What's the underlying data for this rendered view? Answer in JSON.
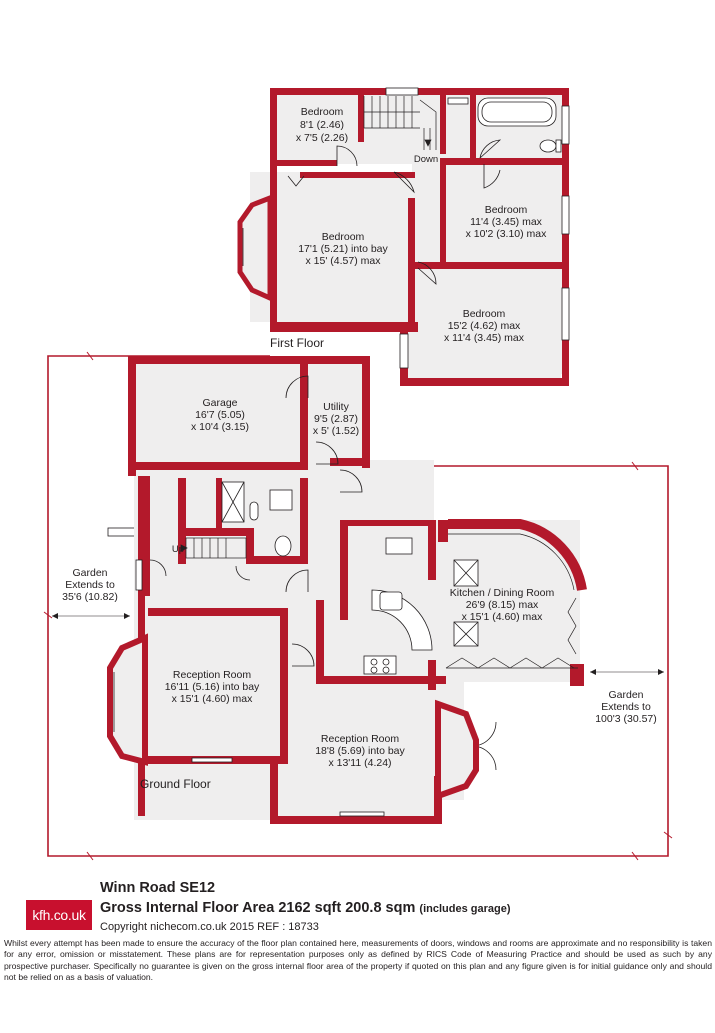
{
  "floors": {
    "first": "First Floor",
    "ground": "Ground Floor"
  },
  "rooms": {
    "bedroom_small": {
      "name": "Bedroom",
      "dim1": "8'1 (2.46)",
      "dim2": "x 7'5 (2.26)"
    },
    "bedroom_bay": {
      "name": "Bedroom",
      "dim1": "17'1 (5.21) into bay",
      "dim2": "x 15' (4.57) max"
    },
    "bedroom_right": {
      "name": "Bedroom",
      "dim1": "11'4 (3.45) max",
      "dim2": "x 10'2 (3.10) max"
    },
    "bedroom_lower": {
      "name": "Bedroom",
      "dim1": "15'2 (4.62) max",
      "dim2": "x 11'4 (3.45) max"
    },
    "garage": {
      "name": "Garage",
      "dim1": "16'7 (5.05)",
      "dim2": "x 10'4 (3.15)"
    },
    "utility": {
      "name": "Utility",
      "dim1": "9'5 (2.87)",
      "dim2": "x 5' (1.52)"
    },
    "kitchen": {
      "name": "Kitchen / Dining Room",
      "dim1": "26'9 (8.15) max",
      "dim2": "x 15'1 (4.60) max"
    },
    "reception_left": {
      "name": "Reception Room",
      "dim1": "16'11 (5.16) into bay",
      "dim2": "x 15'1 (4.60) max"
    },
    "reception_right": {
      "name": "Reception Room",
      "dim1": "18'8 (5.69) into bay",
      "dim2": "x 13'11 (4.24)"
    }
  },
  "stairs": {
    "down": "Down",
    "up": "Up"
  },
  "garden_left": {
    "line1": "Garden",
    "line2": "Extends to",
    "line3": "35'6 (10.82)"
  },
  "garden_right": {
    "line1": "Garden",
    "line2": "Extends to",
    "line3": "100'3 (30.57)"
  },
  "footer": {
    "logo": "kfh.co.uk",
    "address": "Winn Road  SE12",
    "gia": "Gross Internal Floor Area 2162 sqft 200.8 sqm",
    "gia_note": "(includes garage)",
    "copyright": "Copyright nichecom.co.uk 2015 REF : 18733",
    "disclaimer": "Whilst every attempt has been made to ensure the accuracy of the floor plan contained here, measurements of doors, windows and rooms are approximate and no responsibility is taken for any error, omission or misstatement.  These plans are for representation purposes only as defined by RICS Code of Measuring Practice and should be used as such by any prospective purchaser.  Specifically no guarantee is given on the gross internal floor area of the property if quoted on this plan and any figure given is for initial guidance only and should not be relied on as a basis of valuation."
  },
  "colors": {
    "wall": "#b3192b",
    "floor": "#efeeee",
    "line": "#231f20"
  }
}
